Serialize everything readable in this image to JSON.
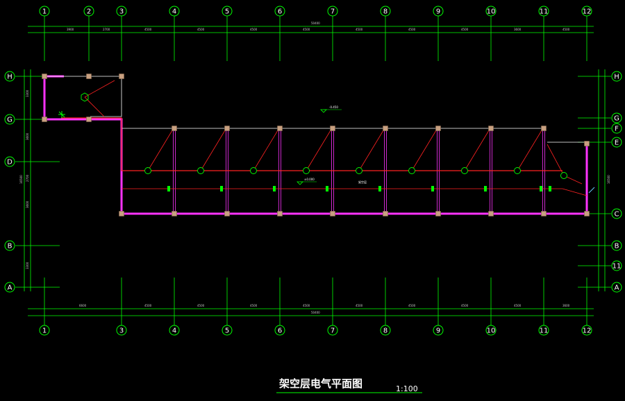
{
  "drawing": {
    "title": "架空层电气平面图",
    "scale": "1:100",
    "colors": {
      "background": "#000000",
      "grid": "#00ff00",
      "wall": "#ff33ff",
      "circuit": "#ff2222",
      "column": "#c8a080",
      "bubble_text": "#ffffff"
    }
  },
  "axes": {
    "top": [
      "1",
      "2",
      "3",
      "4",
      "5",
      "6",
      "7",
      "8",
      "9",
      "10",
      "11",
      "12"
    ],
    "bottom": [
      "1",
      "3",
      "4",
      "5",
      "6",
      "7",
      "8",
      "9",
      "10",
      "11",
      "12"
    ],
    "left": [
      "H",
      "G",
      "D",
      "B",
      "A"
    ],
    "right": [
      "H",
      "G",
      "F",
      "E",
      "C",
      "B",
      "11",
      "A"
    ]
  },
  "dimensions": {
    "top_segments": [
      "3900",
      "2700",
      "4500",
      "4500",
      "4500",
      "4500",
      "4500",
      "4500",
      "4500",
      "3600",
      "4500"
    ],
    "top_total": "50400",
    "bottom_segments": [
      "6600",
      "4500",
      "4500",
      "4500",
      "4500",
      "4500",
      "4500",
      "4500",
      "4500",
      "3600"
    ],
    "bottom_total": "50400",
    "left_segments": [
      "3300",
      "3600",
      "2700",
      "3600",
      "3300"
    ],
    "left_total": "16500",
    "right_total": "16500"
  },
  "annotations": {
    "elevation_1": "-0.450",
    "elevation_2": "±0.000",
    "room_label": "架空层"
  }
}
